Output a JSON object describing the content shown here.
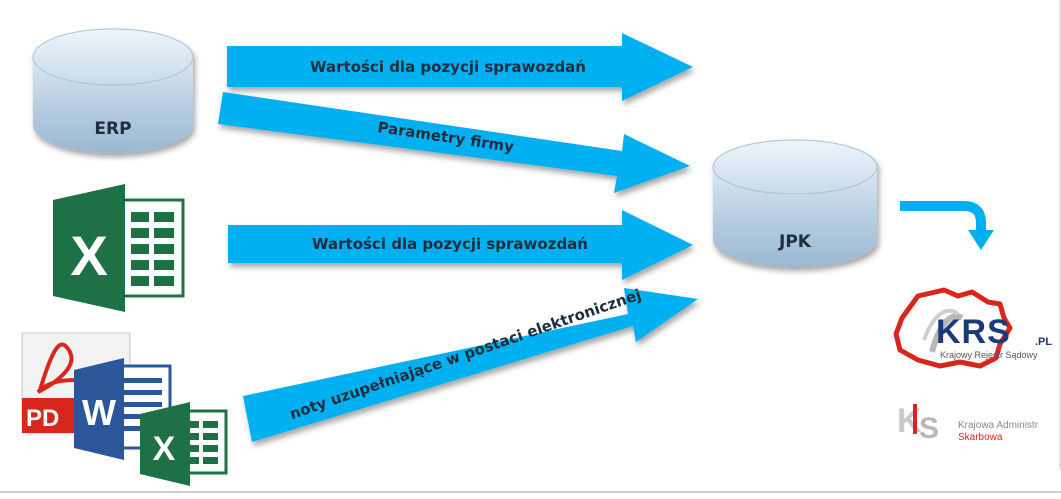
{
  "nodes": {
    "erp": "ERP",
    "jpk": "JPK"
  },
  "arrows": {
    "a1": "Wartości dla pozycji sprawozdań",
    "a2": "Parametry firmy",
    "a3": "Wartości dla pozycji sprawozdań",
    "a4": "noty uzupełniające w postaci elektronicznej"
  },
  "logos": {
    "krs_main": "KRS",
    "krs_suffix": ".PL",
    "krs_caption": "Krajowy Rejestr Sądowy",
    "kas_line1": "Krajowa Administr",
    "kas_line2": "Skarbowa"
  },
  "icons": {
    "excel_letter": "X",
    "word_letter": "W",
    "pdf_label": "PD"
  },
  "colors": {
    "arrow": "#00b0f0",
    "excel": "#1e7145",
    "word": "#2b579a",
    "pdf": "#d9261c",
    "krs_red": "#d9261c",
    "krs_navy": "#1b3a7a"
  }
}
